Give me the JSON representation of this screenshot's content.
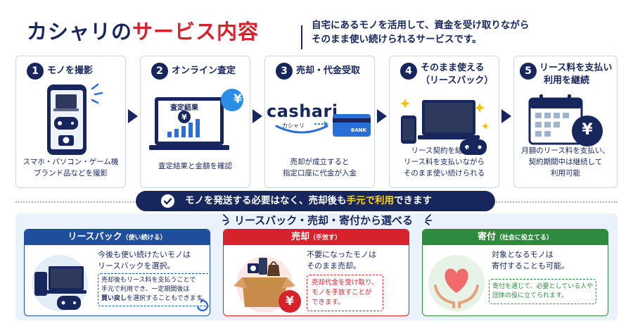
{
  "header": {
    "title_part1": "カシャリの",
    "title_part2": "サービス内容",
    "tagline_line1": "自宅にあるモノを活用して、資金を受け取りながら",
    "tagline_line2": "そのまま使い続けられるサービスです。"
  },
  "steps": [
    {
      "num": "1",
      "title": "モノを撮影",
      "desc_line1": "スマホ・パソコン・ゲーム機",
      "desc_line2": "ブランド品などを撮影"
    },
    {
      "num": "2",
      "title": "オンライン査定",
      "desc_line1": "査定結果と金額を確認",
      "screen_label": "査定結果",
      "yen": "¥"
    },
    {
      "num": "3",
      "title": "売却・代金受取",
      "desc_line1": "売却が成立すると",
      "desc_line2": "指定口座に代金が入金",
      "brand": "cashari",
      "brand_kana": "カシャリ",
      "card_label": "BANK"
    },
    {
      "num": "4",
      "title_line1": "そのまま使える",
      "title_line2": "（リースバック）",
      "desc_line1": "リース契約を結び、",
      "desc_line2": "リース料を支払いながら",
      "desc_line3": "そのまま使い続けられる"
    },
    {
      "num": "5",
      "title_line1": "リース料を支払い",
      "title_line2": "利用を継続",
      "desc_line1": "月額のリース料を支払い、",
      "desc_line2": "契約期間中は継続して",
      "desc_line3": "利用可能",
      "yen": "¥"
    }
  ],
  "banner": {
    "text_before": "モノを発送する必要はなく、売却後も",
    "highlight": "手元で利用",
    "text_after": "できます"
  },
  "choose_title": "リースバック・売却・寄付から選べる",
  "panels": {
    "leaseback": {
      "title": "リースバック",
      "subtitle": "（使い続ける）",
      "text_line1": "今後も使い続けたいモノは",
      "text_line2": "リースバックを選択。",
      "note_line1": "売却後もリース料を支払うことで",
      "note_line2": "手元で利用でき、一定期間後は",
      "note_line3_bold": "買い戻し",
      "note_line3_rest": "を選択することもできます。",
      "color": "#1f4e9c"
    },
    "sell": {
      "title": "売却",
      "subtitle": "（手放す）",
      "text_line1": "不要になったモノは",
      "text_line2": "そのまま売却。",
      "note_line1": "売却代金を受け取り、",
      "note_line2": "モノを手放すことが",
      "note_line3": "できます。",
      "yen": "¥",
      "color": "#d7222c"
    },
    "donate": {
      "title": "寄付",
      "subtitle": "（社会に役立てる）",
      "text_line1": "対象となるモノは",
      "text_line2": "寄付することも可能。",
      "note_line1": "寄付を通じて、必要としている人や",
      "note_line2": "団体の役に立てられます。",
      "color": "#2e8b3e"
    }
  },
  "colors": {
    "navy": "#17275e",
    "red": "#d7222c",
    "yellow": "#ffd400",
    "green": "#2e8b3e",
    "blue": "#1f4e9c"
  }
}
